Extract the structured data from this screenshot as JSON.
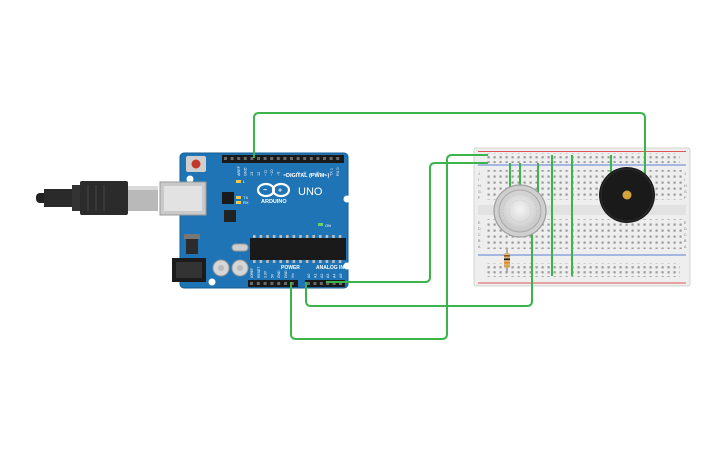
{
  "board": {
    "brand": "ARDUINO",
    "model": "UNO",
    "digital_label": "DIGITAL (PWM~)",
    "power_label": "POWER",
    "analog_label": "ANALOG IN",
    "aref_label": "AREF",
    "gnd_label": "GND",
    "tx_label": "TX",
    "rx_label": "RX",
    "l_label": "L",
    "on_label": "ON",
    "power_pins": [
      "IOREF",
      "RESET",
      "3.3V",
      "5V",
      "GND",
      "GND",
      "Vin"
    ],
    "analog_pins": [
      "A0",
      "A1",
      "A2",
      "A3",
      "A4",
      "A5"
    ],
    "digital_pins": [
      "13",
      "12",
      "~11",
      "~10",
      "~9",
      "8",
      "7",
      "~6",
      "~5",
      "4",
      "~3",
      "2",
      "TX 1",
      "RX 0"
    ]
  },
  "breadboard": {
    "row_letters_top": [
      "J",
      "I",
      "H",
      "G",
      "F"
    ],
    "row_letters_bottom": [
      "E",
      "D",
      "C",
      "B",
      "A"
    ]
  },
  "colors": {
    "wire": "#3bb54a",
    "board": "#1e74b5",
    "breadboard": "#eeeeee",
    "rail_red": "#e05656",
    "rail_blue": "#5b7fd6",
    "buzzer": "#1a1a1a",
    "sensor": "#d8d8d8"
  },
  "icons": {
    "usb_cable": "usb-plug-icon",
    "reset": "reset-button-icon",
    "buzzer": "buzzer-icon",
    "gas_sensor": "gas-sensor-icon",
    "resistor": "resistor-icon"
  }
}
